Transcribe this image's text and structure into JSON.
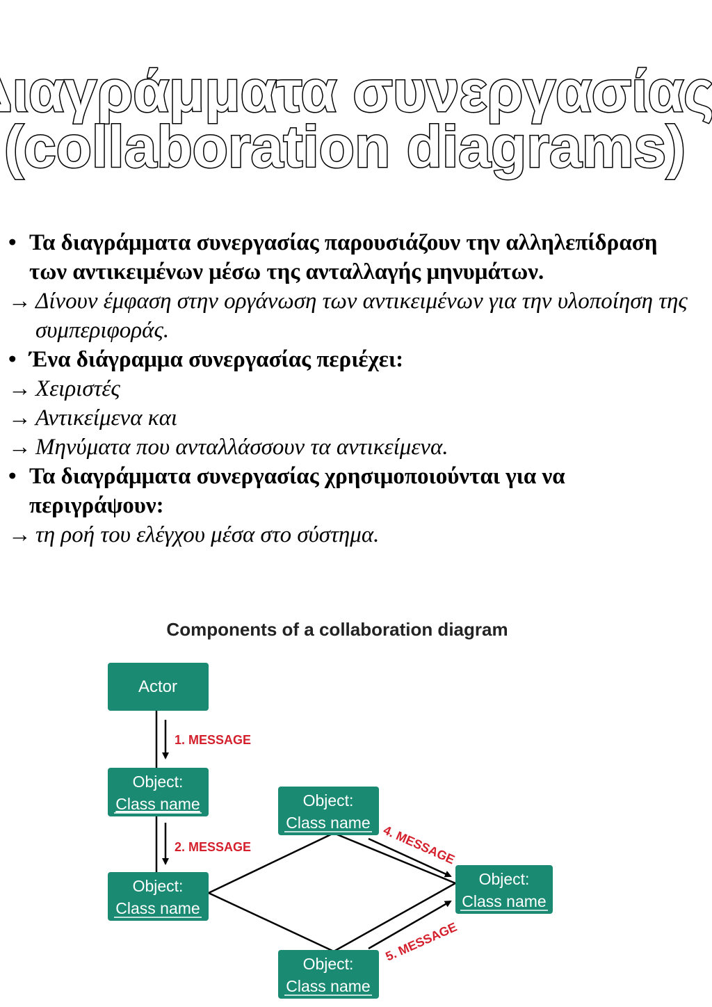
{
  "title": {
    "line1": "Διαγράμματα συνεργασίας",
    "line2": "(collaboration diagrams)"
  },
  "content": {
    "bullet1": "Τα διαγράμματα συνεργασίας παρουσιάζουν την αλληλεπίδραση των αντικειμένων μέσω της ανταλλαγής μηνυμάτων.",
    "arrow1": "Δίνουν έμφαση στην οργάνωση των αντικειμένων για την υλοποίηση της συμπεριφοράς.",
    "bullet2": "Ένα διάγραμμα συνεργασίας περιέχει:",
    "arrow2": "Χειριστές",
    "arrow3": "Αντικείμενα και",
    "arrow4": "Μηνύματα που ανταλλάσσουν τα αντικείμενα.",
    "bullet3": "Τα διαγράμματα συνεργασίας χρησιμοποιούνται για να περιγράψουν:",
    "arrow5": "τη ροή του ελέγχου μέσα στο σύστημα.",
    "bullet_symbol": "•",
    "arrow_symbol": "→"
  },
  "diagram": {
    "title": "Components of a collaboration diagram",
    "actor_label": "Actor",
    "object_label": "Object:",
    "class_label": "Class name",
    "messages": [
      "1. MESSAGE",
      "2. MESSAGE",
      "4. MESSAGE",
      "5. MESSAGE"
    ],
    "colors": {
      "box": "#1a8a73",
      "message": "#d4202c",
      "line": "#000000"
    }
  }
}
